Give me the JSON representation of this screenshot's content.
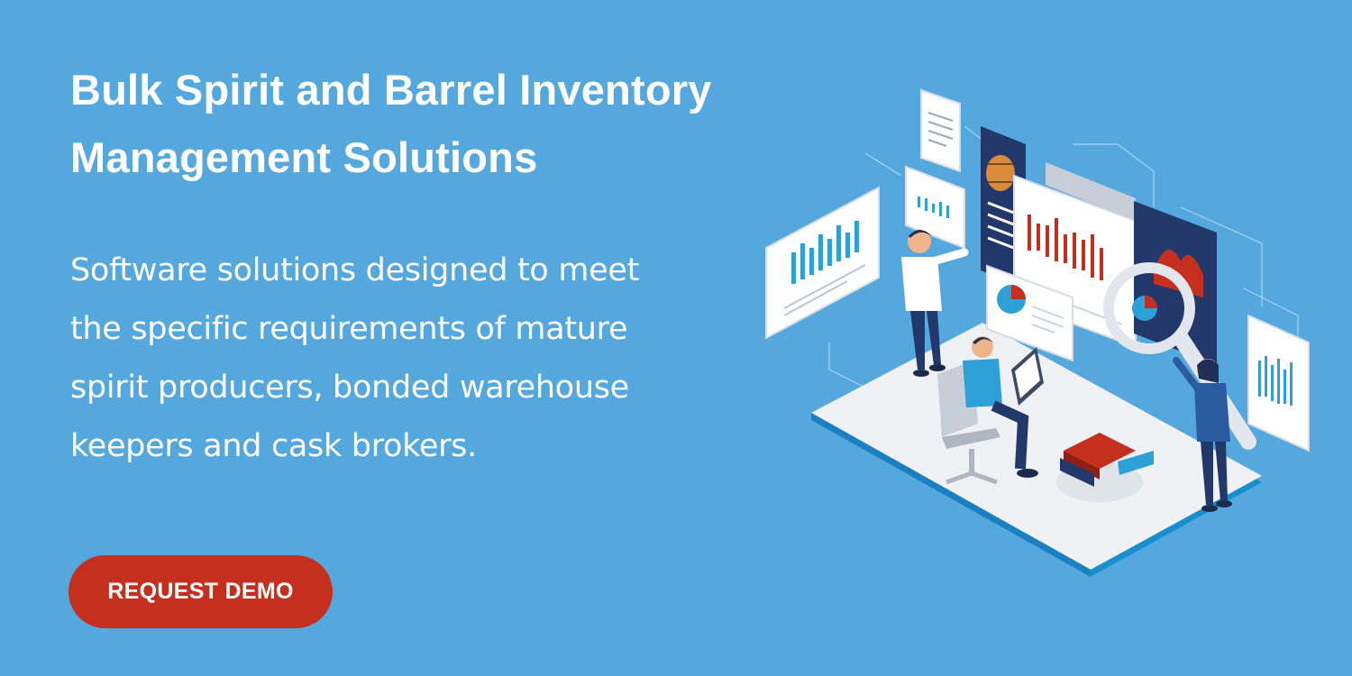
{
  "hero": {
    "title_lines": [
      "Bulk Spirit and Barrel Inventory",
      "Management Solutions"
    ],
    "description_lines": [
      "Software solutions designed to meet",
      "the specific requirements of mature",
      "spirit producers, bonded warehouse",
      "keepers and cask brokers."
    ],
    "cta_label": "REQUEST DEMO"
  },
  "theme": {
    "background": "#54a8de",
    "cta_color": "#c5301e",
    "text_color": "#ffffff",
    "navy": "#22386b",
    "accent_red": "#c5301e",
    "accent_blue": "#2da0d8"
  }
}
